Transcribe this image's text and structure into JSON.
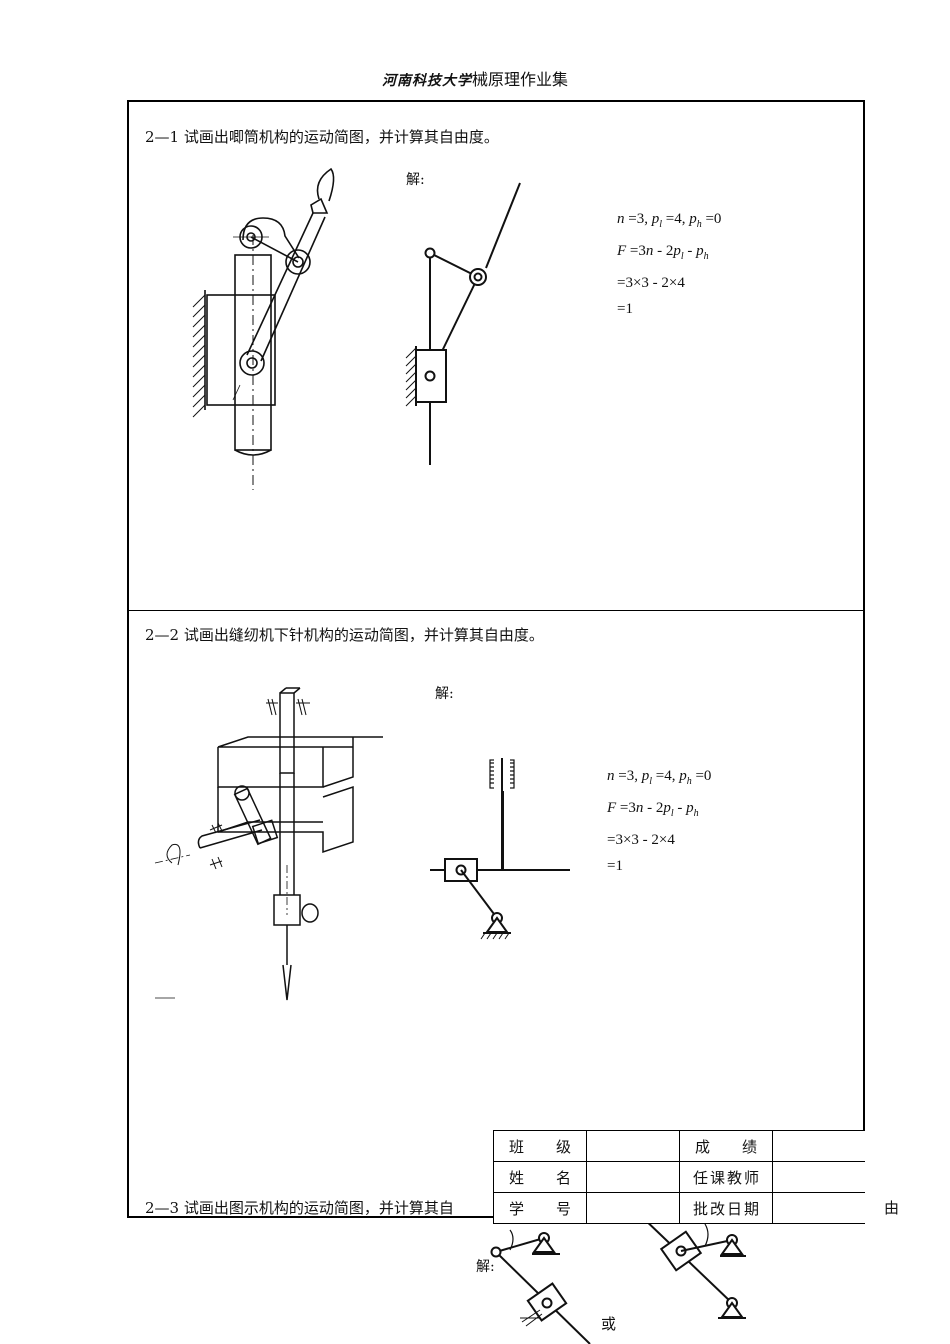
{
  "header": {
    "logo": "河南科技大学",
    "title": "械原理作业集"
  },
  "problems": [
    {
      "text": "2—1 试画出唧筒机构的运动简图，并计算其自由度。",
      "solution_label": "解:",
      "equations": [
        "n =3,  p",
        "F =3n - 2p",
        "=3×3 - 2×4",
        "=1"
      ]
    },
    {
      "text": "2—2 试画出缝纫机下针机构的运动简图，并计算其自由度。",
      "solution_label": "解:",
      "equations": [
        "n =3,  p",
        "F =3n - 2p",
        "=3×3 - 2×4",
        "=1"
      ]
    },
    {
      "text": "2—3 试画出图示机构的运动简图，并计算其自",
      "trailing": "由",
      "solution_label": "解:",
      "or_label": "或"
    }
  ],
  "eq": {
    "l1_a": "n",
    "l1_b": " =3,  ",
    "l1_c": "p",
    "l1_d": "l",
    "l1_e": " =4,  ",
    "l1_f": "p",
    "l1_g": "h",
    "l1_h": " =0",
    "l2_a": "F",
    "l2_b": " =3",
    "l2_c": "n",
    "l2_d": " - 2",
    "l2_e": "p",
    "l2_f": "l",
    "l2_g": " - ",
    "l2_h": "p",
    "l2_i": "h",
    "l3": "=3×3 - 2×4",
    "l4": "=1"
  },
  "info_table": {
    "class_label": "班级",
    "score_label": "成绩",
    "name_label": "姓名",
    "teacher_label": "任课教师",
    "id_label": "学号",
    "date_label": "批改日期"
  }
}
